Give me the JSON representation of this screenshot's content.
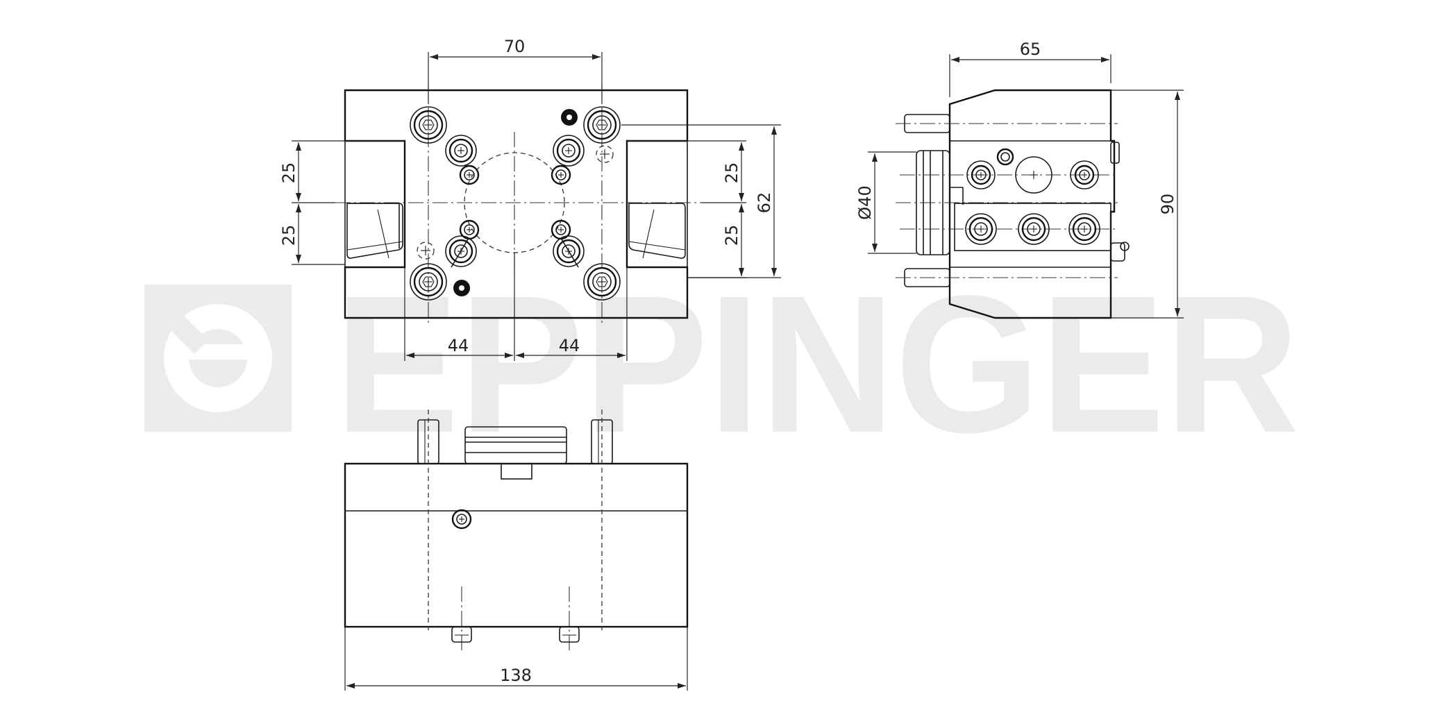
{
  "watermark": {
    "text": "EPPINGER",
    "color": "#ebebeb"
  },
  "dimensions": {
    "top_width": "70",
    "side_width": "65",
    "upper_left": "25",
    "lower_left": "25",
    "upper_right": "25",
    "lower_right": "25",
    "overall_height": "62",
    "left_offset": "44",
    "right_offset": "44",
    "diameter": "Ø40",
    "side_height": "90",
    "total_length": "138"
  },
  "colors": {
    "line": "#1a1a1a",
    "watermark": "#ebebeb",
    "background": "#ffffff"
  }
}
